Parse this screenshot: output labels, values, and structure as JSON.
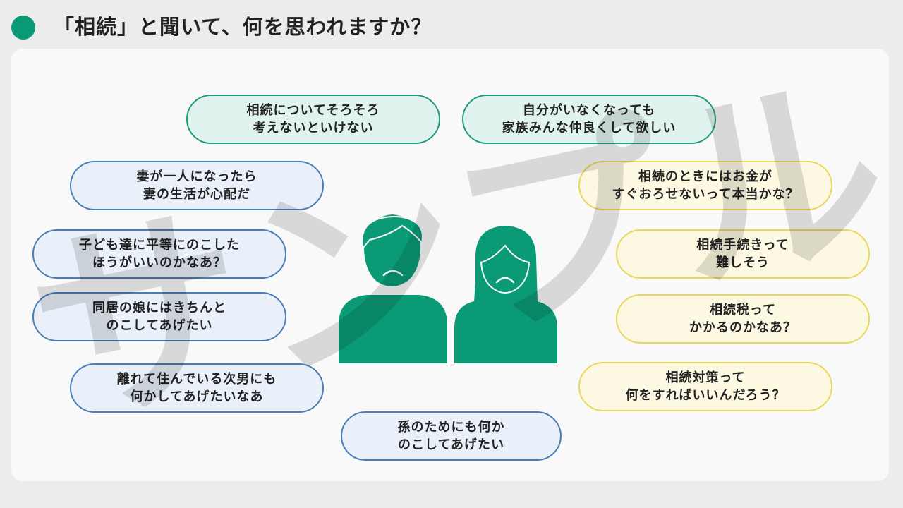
{
  "title": "「相続」と聞いて、何を思われますか？",
  "colors": {
    "accent": "#0a9a76",
    "green_border": "#1f9a7d",
    "blue_border": "#4a7db5",
    "yellow_border": "#ead85a"
  },
  "watermark": "サンプル",
  "bubbles": {
    "top_left": [
      "相続についてそろそろ",
      "考えないといけない"
    ],
    "top_right": [
      "自分がいなくなっても",
      "家族みんな仲良くして欲しい"
    ],
    "left_1": [
      "妻が一人になったら",
      "妻の生活が心配だ"
    ],
    "left_2": [
      "子ども達に平等にのこした",
      "ほうがいいのかなあ？"
    ],
    "left_3": [
      "同居の娘にはきちんと",
      "のこしてあげたい"
    ],
    "left_4": [
      "離れて住んでいる次男にも",
      "何かしてあげたいなあ"
    ],
    "bottom": [
      "孫のためにも何か",
      "のこしてあげたい"
    ],
    "right_1": [
      "相続のときにはお金が",
      "すぐおろせないって本当かな？"
    ],
    "right_2": [
      "相続手続きって",
      "難しそう"
    ],
    "right_3": [
      "相続税って",
      "かかるのかなあ？"
    ],
    "right_4": [
      "相続対策って",
      "何をすればいいんだろう？"
    ]
  },
  "icons": [
    "worried-man-icon",
    "worried-woman-icon"
  ]
}
